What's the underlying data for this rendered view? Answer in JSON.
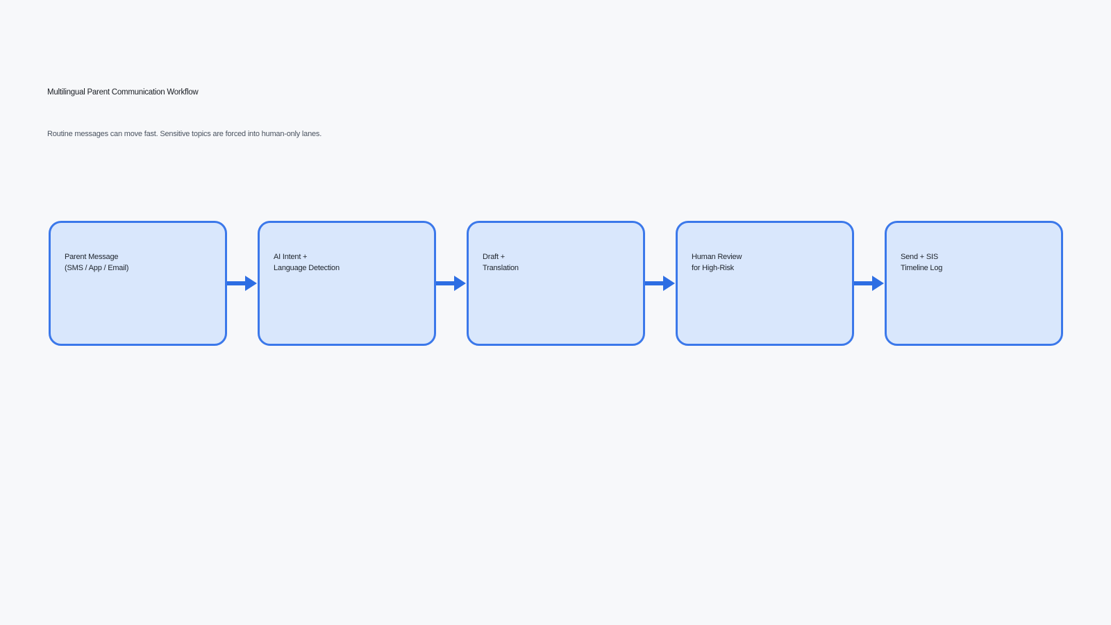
{
  "page": {
    "title": "Multilingual Parent Communication Workflow",
    "subtitle": "Routine messages can move fast. Sensitive topics are forced into human-only lanes."
  },
  "flow": {
    "nodes": [
      {
        "id": "parent-message",
        "lines": [
          "Parent Message",
          "(SMS / App / Email)"
        ]
      },
      {
        "id": "ai-intent",
        "lines": [
          "AI Intent +",
          "Language Detection"
        ]
      },
      {
        "id": "draft-translation",
        "lines": [
          "Draft +",
          "Translation"
        ]
      },
      {
        "id": "human-review",
        "lines": [
          "Human Review",
          "for High-Risk"
        ]
      },
      {
        "id": "send-sis-log",
        "lines": [
          "Send + SIS",
          "Timeline Log"
        ]
      }
    ]
  },
  "colors": {
    "background": "#f7f8fa",
    "node_fill": "#d9e7fc",
    "node_border": "#3b78ea",
    "arrow": "#2d6ee3"
  }
}
